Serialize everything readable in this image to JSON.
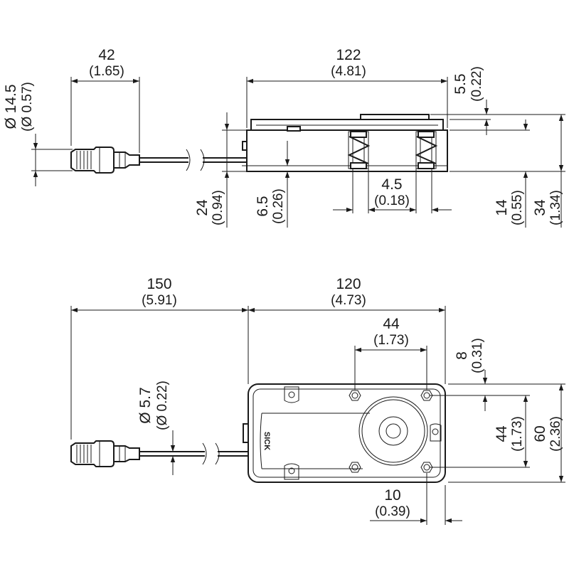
{
  "drawing": {
    "side_view": {
      "dim_42": {
        "value": "42",
        "inch": "(1.65)"
      },
      "dim_122": {
        "value": "122",
        "inch": "(4.81)"
      },
      "dim_dia145": {
        "value": "Ø 14.5",
        "inch": "(Ø 0.57)"
      },
      "dim_55": {
        "value": "5.5",
        "inch": "(0.22)"
      },
      "dim_24": {
        "value": "24",
        "inch": "(0.94)"
      },
      "dim_65": {
        "value": "6.5",
        "inch": "(0.26)"
      },
      "dim_45": {
        "value": "4.5",
        "inch": "(0.18)"
      },
      "dim_14": {
        "value": "14",
        "inch": "(0.55)"
      },
      "dim_34": {
        "value": "34",
        "inch": "(1.34)"
      }
    },
    "top_view": {
      "dim_150": {
        "value": "150",
        "inch": "(5.91)"
      },
      "dim_120": {
        "value": "120",
        "inch": "(4.73)"
      },
      "dim_44h": {
        "value": "44",
        "inch": "(1.73)"
      },
      "dim_8": {
        "value": "8",
        "inch": "(0.31)"
      },
      "dim_dia57": {
        "value": "Ø 5.7",
        "inch": "(Ø 0.22)"
      },
      "dim_44v": {
        "value": "44",
        "inch": "(1.73)"
      },
      "dim_60": {
        "value": "60",
        "inch": "(2.36)"
      },
      "dim_10": {
        "value": "10",
        "inch": "(0.39)"
      },
      "logo_text": "SICK"
    }
  }
}
